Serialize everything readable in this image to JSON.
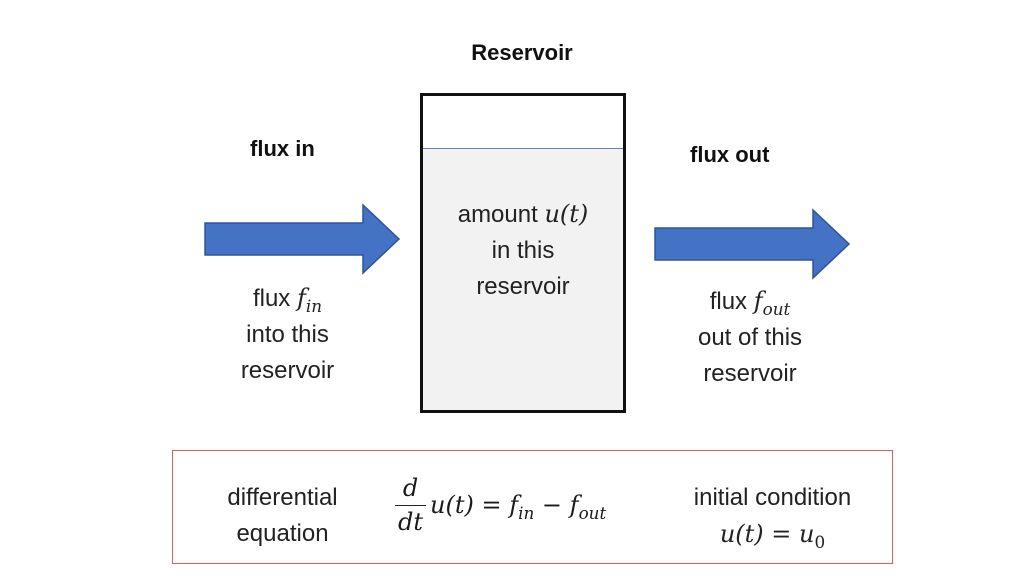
{
  "title": "Reservoir",
  "flux_in_heading": "flux in",
  "flux_out_heading": "flux out",
  "reservoir": {
    "line1_text": "amount",
    "line1_math": "u(t)",
    "line2": "in this",
    "line3": "reservoir"
  },
  "inflow": {
    "line1_text": "flux",
    "symbol": "f",
    "subscript": "in",
    "line2": "into this",
    "line3": "reservoir"
  },
  "outflow": {
    "line1_text": "flux",
    "symbol": "f",
    "subscript": "out",
    "line2": "out of this",
    "line3": "reservoir"
  },
  "equation": {
    "label_line1": "differential",
    "label_line2": "equation",
    "frac_num": "d",
    "frac_den": "dt",
    "rhs_prefix": "u(t) = ",
    "f1": "f",
    "f1_sub": "in",
    "minus": " − ",
    "f2": "f",
    "f2_sub": "out"
  },
  "initial_condition": {
    "label": "initial condition",
    "lhs": "u(t) = u",
    "sub": "0"
  },
  "colors": {
    "arrow_fill": "#4472c4",
    "arrow_stroke": "#2f5597",
    "box_border": "#111111",
    "fill_color": "#f2f2f2",
    "equation_border": "#e25b5b"
  }
}
